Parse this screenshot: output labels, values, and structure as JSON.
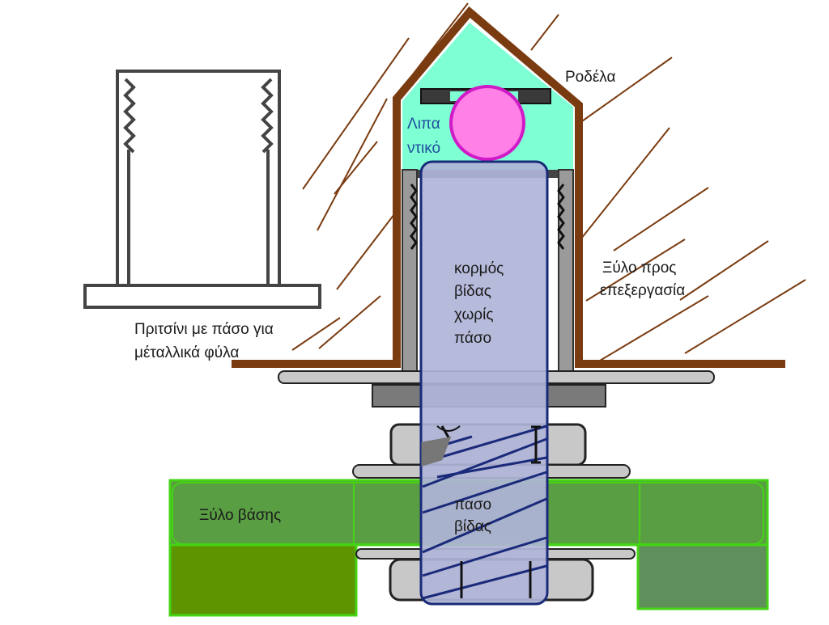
{
  "labels": {
    "washer": "Ροδέλα",
    "lubricant_line1": "Λιπα",
    "lubricant_line2": "ντικό",
    "shank_line1": "κορμός",
    "shank_line2": "βίδας",
    "shank_line3": "χωρίς",
    "shank_line4": "πάσο",
    "workpiece_line1": "Ξύλο προς",
    "workpiece_line2": "επεξεργασία",
    "rivet_line1": "Πριτσίνι με πάσο για",
    "rivet_line2": "μέταλλικά φύλα",
    "base_wood": "Ξύλο βάσης",
    "thread_line1": "πασο",
    "thread_line2": "βίδας"
  },
  "colors": {
    "wood_brown": "#7a3b10",
    "cavity_mint": "#7fffd4",
    "lubricant_pink": "#ff80e6",
    "lubricant_stroke": "#d01ac8",
    "bolt_fill": "#b0b4d8",
    "bolt_stroke": "#1a2a7a",
    "thread_line": "#1a2a7a",
    "base_green": "#5a9e44",
    "base_green_dark": "#5e9400",
    "base_green_grey": "#5f8f5a",
    "base_stroke": "#44d414",
    "rivet_grey": "#444444",
    "nut_grey": "#c8c8c8",
    "hatch_brown": "#7a3b10"
  }
}
